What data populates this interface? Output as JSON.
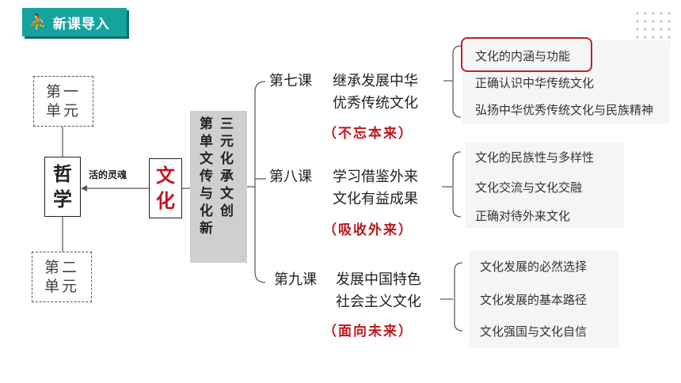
{
  "header": {
    "title": "新课导入",
    "icon": "runner-icon"
  },
  "left": {
    "unit1": {
      "line1": "第一",
      "line2": "单元"
    },
    "unit2": {
      "line1": "第二",
      "line2": "单元"
    },
    "philosophy": {
      "char1": "哲",
      "char2": "学"
    },
    "soul_label": "活的灵魂",
    "culture": {
      "char1": "文",
      "char2": "化"
    },
    "unit3": {
      "col1": [
        "第",
        "单",
        "文",
        "传",
        "与",
        "化",
        "新"
      ],
      "col2": [
        "三",
        "元",
        "化",
        "承",
        "文",
        "创"
      ]
    }
  },
  "lessons": [
    {
      "name": "第七课",
      "title1": "继承发展中华",
      "title2": "优秀传统文化",
      "motto": "（不忘本来）",
      "topics": [
        "文化的内涵与功能",
        "正确认识中华传统文化",
        "弘扬中华优秀传统文化与民族精神"
      ]
    },
    {
      "name": "第八课",
      "title1": "学习借鉴外来",
      "title2": "文化有益成果",
      "motto": "（吸收外来）",
      "topics": [
        "文化的民族性与多样性",
        "文化交流与文化交融",
        "正确对待外来文化"
      ]
    },
    {
      "name": "第九课",
      "title1": "发展中国特色",
      "title2": "社会主义文化",
      "motto": "（面向未来）",
      "topics": [
        "文化发展的必然选择",
        "文化发展的基本路径",
        "文化强国与文化自信"
      ]
    }
  ],
  "colors": {
    "accent": "#15a3a0",
    "highlight": "#c0161d"
  }
}
